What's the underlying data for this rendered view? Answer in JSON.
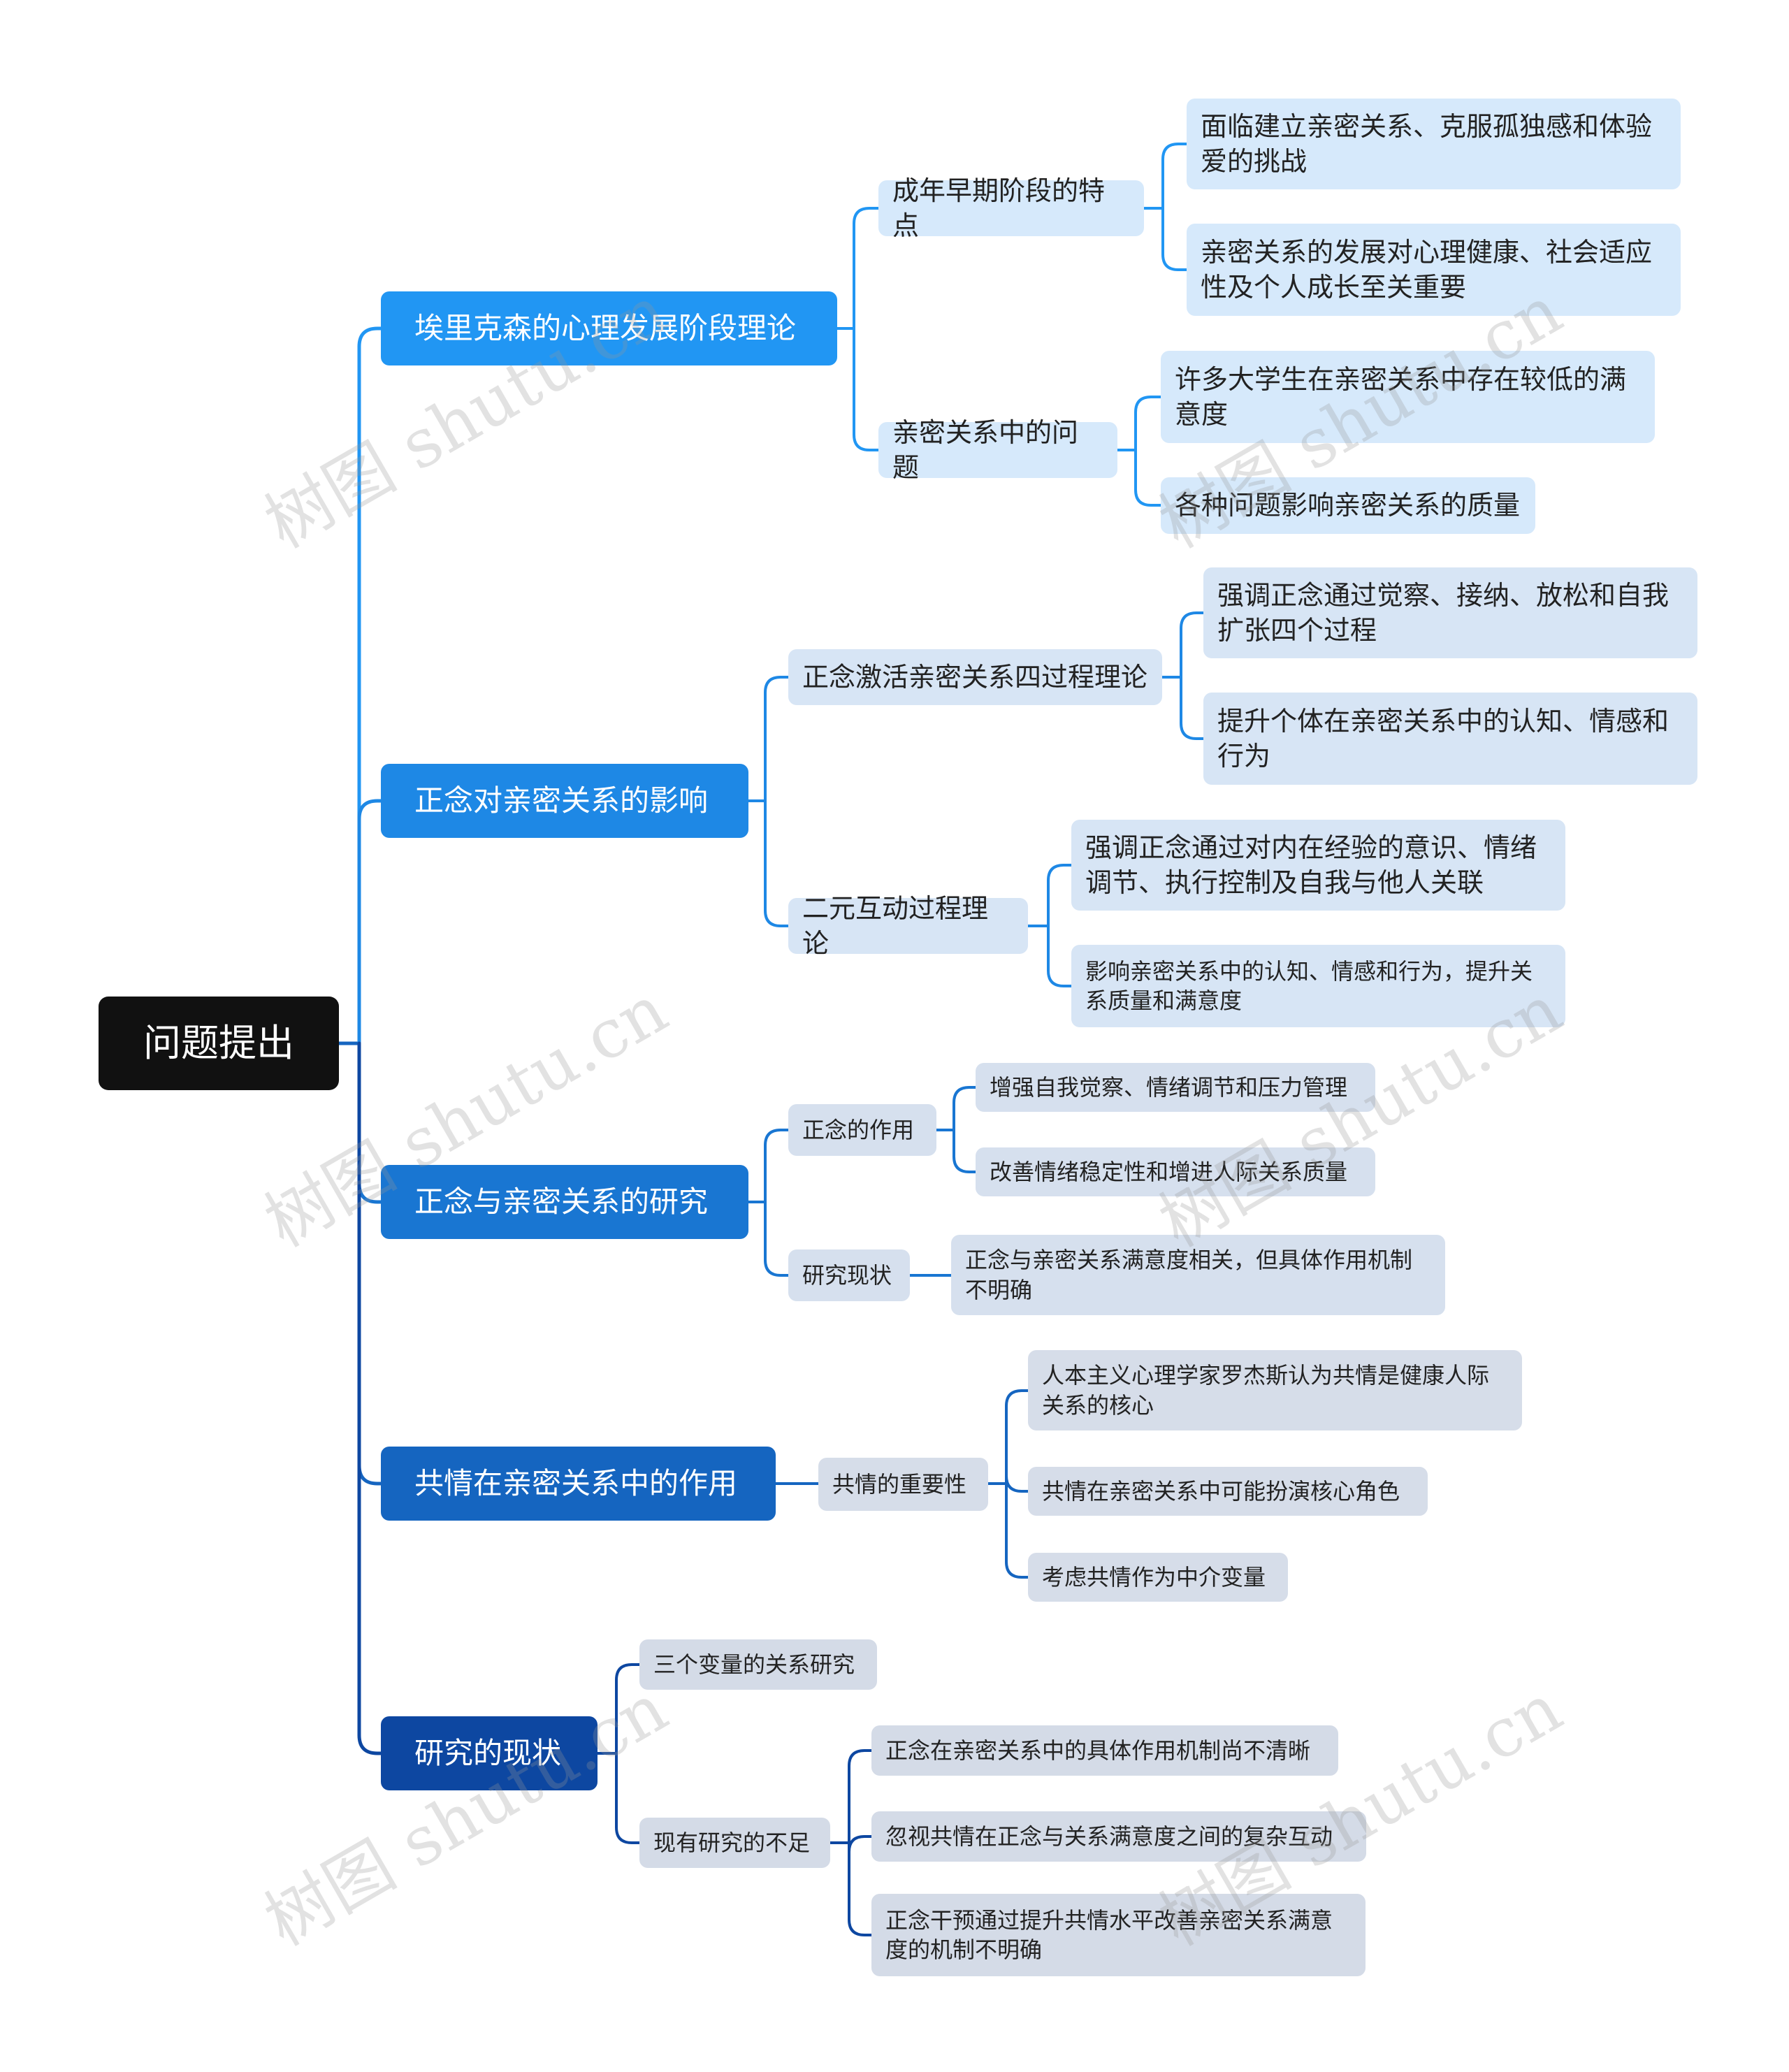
{
  "root": {
    "label": "问题提出"
  },
  "branches": [
    {
      "label": "埃里克森的心理发展阶段理论",
      "color": "#2196f3",
      "children": [
        {
          "label": "成年早期阶段的特点",
          "children": [
            "面临建立亲密关系、克服孤独感和体验爱的挑战",
            "亲密关系的发展对心理健康、社会适应性及个人成长至关重要"
          ]
        },
        {
          "label": "亲密关系中的问题",
          "children": [
            "许多大学生在亲密关系中存在较低的满意度",
            "各种问题影响亲密关系的质量"
          ]
        }
      ]
    },
    {
      "label": "正念对亲密关系的影响",
      "color": "#1e88e5",
      "children": [
        {
          "label": "正念激活亲密关系四过程理论",
          "children": [
            "强调正念通过觉察、接纳、放松和自我扩张四个过程",
            "提升个体在亲密关系中的认知、情感和行为"
          ]
        },
        {
          "label": "二元互动过程理论",
          "children": [
            "强调正念通过对内在经验的意识、情绪调节、执行控制及自我与他人关联",
            "影响亲密关系中的认知、情感和行为，提升关系质量和满意度"
          ]
        }
      ]
    },
    {
      "label": "正念与亲密关系的研究",
      "color": "#1976d2",
      "children": [
        {
          "label": "正念的作用",
          "children": [
            "增强自我觉察、情绪调节和压力管理",
            "改善情绪稳定性和增进人际关系质量"
          ]
        },
        {
          "label": "研究现状",
          "children": [
            "正念与亲密关系满意度相关，但具体作用机制不明确"
          ]
        }
      ]
    },
    {
      "label": "共情在亲密关系中的作用",
      "color": "#1565c0",
      "children": [
        {
          "label": "共情的重要性",
          "children": [
            "人本主义心理学家罗杰斯认为共情是健康人际关系的核心",
            "共情在亲密关系中可能扮演核心角色",
            "考虑共情作为中介变量"
          ]
        }
      ]
    },
    {
      "label": "研究的现状",
      "color": "#0d47a1",
      "children": [
        {
          "label": "三个变量的关系研究",
          "children": []
        },
        {
          "label": "现有研究的不足",
          "children": [
            "正念在亲密关系中的具体作用机制尚不清晰",
            "忽视共情在正念与关系满意度之间的复杂互动",
            "正念干预通过提升共情水平改善亲密关系满意度的机制不明确"
          ]
        }
      ]
    }
  ],
  "watermark": "树图 shutu.cn"
}
